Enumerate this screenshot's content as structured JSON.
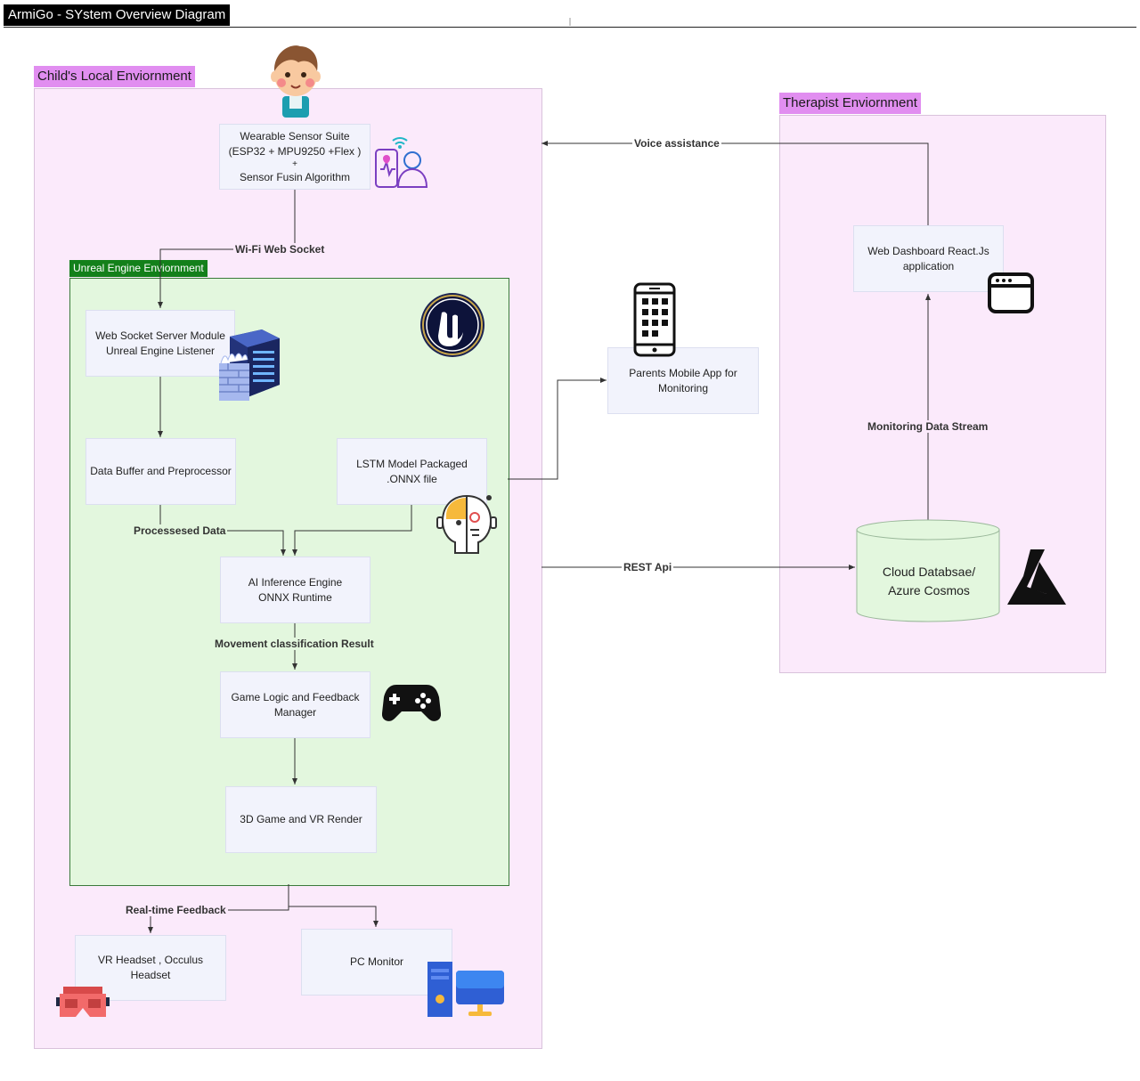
{
  "title": "ArmiGo - SYstem Overview Diagram",
  "zones": {
    "child": "Child's Local Enviornment",
    "therapist": "Therapist Enviornment",
    "unreal": "Unreal Engine Enviornment"
  },
  "nodes": {
    "sensor": [
      "Wearable Sensor Suite",
      "(ESP32 + MPU9250 +Flex )",
      "+",
      "Sensor Fusin Algorithm"
    ],
    "websocket": [
      "Web Socket Server Module",
      "Unreal Engine Listener"
    ],
    "buffer": "Data Buffer and Preprocessor",
    "lstm": [
      "LSTM Model Packaged",
      ".ONNX file"
    ],
    "inference": [
      "AI Inference Engine",
      "ONNX Runtime"
    ],
    "gamelogic": [
      "Game Logic and Feedback",
      "Manager"
    ],
    "render": "3D Game and VR Render",
    "vr": [
      "VR Headset , Occulus",
      "Headset"
    ],
    "pc": "PC Monitor",
    "parents": [
      "Parents Mobile App for",
      "Monitoring"
    ],
    "dashboard": [
      "Web Dashboard React.Js",
      "application"
    ],
    "cloud": [
      "Cloud Databsae/",
      "Azure Cosmos"
    ]
  },
  "edges": {
    "wifi": "Wi-Fi Web Socket",
    "processed": "Processesed Data",
    "movement": "Movement classification Result",
    "feedback": "Real-time Feedback",
    "voice": "Voice assistance",
    "monitoring": "Monitoring Data Stream",
    "rest": "REST Api"
  },
  "icons": [
    "child-avatar-icon",
    "wearable-sensor-icon",
    "unreal-engine-logo-icon",
    "server-firewall-icon",
    "ai-robot-head-icon",
    "game-controller-icon",
    "smartphone-icon",
    "browser-window-icon",
    "azure-logo-icon",
    "vr-headset-icon",
    "desktop-pc-icon"
  ],
  "colors": {
    "zone_fill": "#fbeafb",
    "zone_label": "#e18ef0",
    "unreal_fill": "#e3f7de",
    "unreal_label": "#13801a",
    "node_fill": "#f2f3fc",
    "cloud_fill": "#e3f7de"
  }
}
